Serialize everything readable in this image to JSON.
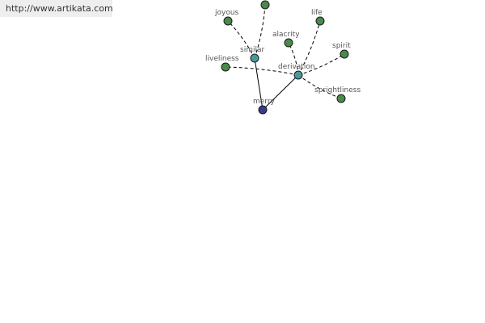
{
  "source": {
    "url_text": "http://www.artikata.com"
  },
  "colors": {
    "root": "#3a3a8c",
    "relation": "#4a9a9a",
    "leaf": "#4a8a4a"
  },
  "graph": {
    "nodes": [
      {
        "id": "merry",
        "label": "merry",
        "kind": "root"
      },
      {
        "id": "similar",
        "label": "similar",
        "kind": "relation"
      },
      {
        "id": "derivation",
        "label": "derivation",
        "kind": "relation"
      },
      {
        "id": "joyous",
        "label": "joyous",
        "kind": "leaf"
      },
      {
        "id": "unlabeled",
        "label": "",
        "kind": "leaf"
      },
      {
        "id": "liveliness",
        "label": "liveliness",
        "kind": "leaf"
      },
      {
        "id": "alacrity",
        "label": "alacrity",
        "kind": "leaf"
      },
      {
        "id": "life",
        "label": "life",
        "kind": "leaf"
      },
      {
        "id": "spirit",
        "label": "spirit",
        "kind": "leaf"
      },
      {
        "id": "sprightliness",
        "label": "sprightliness",
        "kind": "leaf"
      }
    ],
    "edges": [
      {
        "from": "merry",
        "to": "similar",
        "style": "solid"
      },
      {
        "from": "merry",
        "to": "derivation",
        "style": "solid"
      },
      {
        "from": "similar",
        "to": "joyous",
        "style": "dashed"
      },
      {
        "from": "similar",
        "to": "unlabeled",
        "style": "dashed"
      },
      {
        "from": "derivation",
        "to": "liveliness",
        "style": "dashed"
      },
      {
        "from": "derivation",
        "to": "alacrity",
        "style": "dashed"
      },
      {
        "from": "derivation",
        "to": "life",
        "style": "dashed"
      },
      {
        "from": "derivation",
        "to": "spirit",
        "style": "dashed"
      },
      {
        "from": "derivation",
        "to": "sprightliness",
        "style": "dashed"
      }
    ]
  }
}
